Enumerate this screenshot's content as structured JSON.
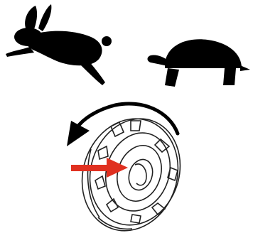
{
  "diagram": {
    "speed_indicators": [
      {
        "id": "fast",
        "icon": "rabbit-icon"
      },
      {
        "id": "slow",
        "icon": "turtle-icon"
      }
    ],
    "control": {
      "icon": "adjustment-dial-icon"
    },
    "rotation_direction": "counterclockwise",
    "colors": {
      "silhouette": "#000000",
      "pointer_arrow": "#e03020",
      "dial_stroke": "#222222",
      "background": "#ffffff"
    }
  }
}
